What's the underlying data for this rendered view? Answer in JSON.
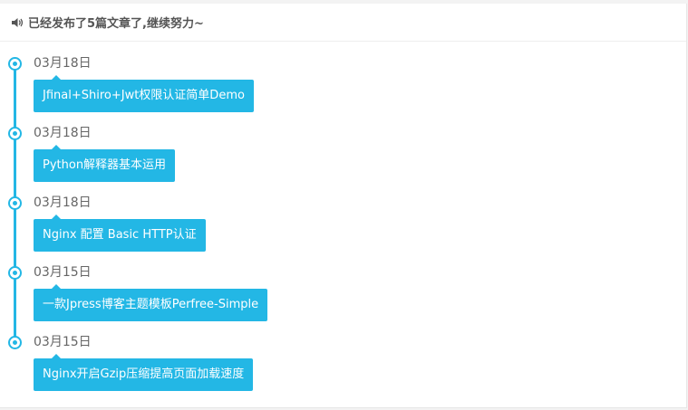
{
  "header": {
    "icon": "speaker-icon",
    "text": "已经发布了5篇文章了,继续努力~"
  },
  "accent_color": "#23b7e5",
  "timeline": {
    "items": [
      {
        "date": "03月18日",
        "title": "Jfinal+Shiro+Jwt权限认证简单Demo"
      },
      {
        "date": "03月18日",
        "title": "Python解释器基本运用"
      },
      {
        "date": "03月18日",
        "title": "Nginx 配置 Basic HTTP认证"
      },
      {
        "date": "03月15日",
        "title": "一款Jpress博客主题模板Perfree-Simple"
      },
      {
        "date": "03月15日",
        "title": "Nginx开启Gzip压缩提高页面加载速度"
      }
    ]
  }
}
